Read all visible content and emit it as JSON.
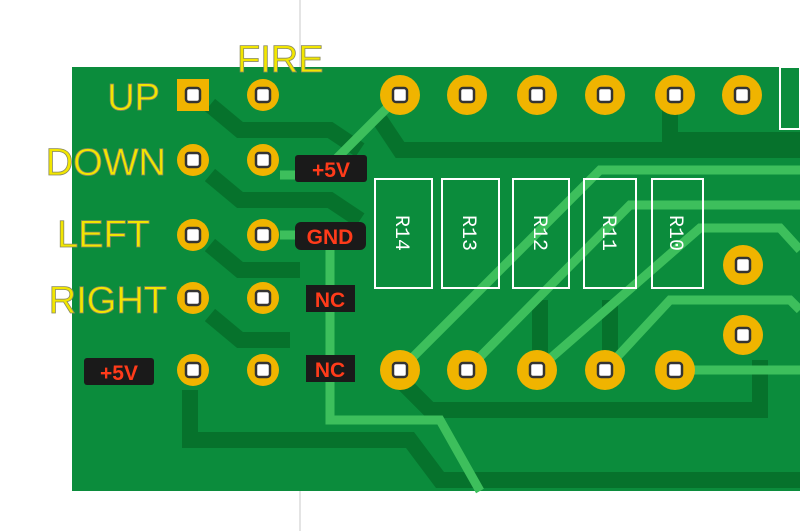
{
  "colors": {
    "board": "#0b8c3c",
    "trace_dark": "#06722c",
    "trace_light": "#3dbf5c",
    "pad": "#f0b400",
    "label": "#f2e600",
    "tag_text": "#ff3b1a",
    "tag_bg": "#1a1a1a"
  },
  "joystick_labels": {
    "fire": "FIRE",
    "up": "UP",
    "down": "DOWN",
    "left": "LEFT",
    "right": "RIGHT"
  },
  "pin_tags": {
    "plus5v_top": "+5V",
    "gnd": "GND",
    "nc1": "NC",
    "nc2": "NC",
    "plus5v_left": "+5V"
  },
  "resistors": [
    "R14",
    "R13",
    "R12",
    "R11",
    "R10"
  ]
}
